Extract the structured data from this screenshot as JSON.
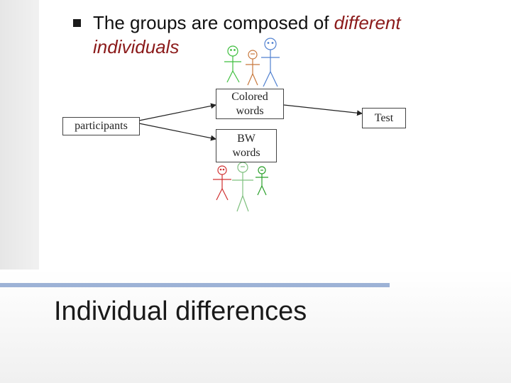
{
  "bullet": {
    "text_prefix": "The groups are composed of ",
    "text_emphasis_1": "different",
    "text_emphasis_2": "individuals"
  },
  "diagram": {
    "participants_label": "participants",
    "colored_label_line1": "Colored",
    "colored_label_line2": "words",
    "bw_label_line1": "BW",
    "bw_label_line2": "words",
    "test_label": "Test"
  },
  "title": "Individual differences",
  "colors": {
    "divider": "#9db2d6",
    "emphasis": "#8b1a1a",
    "figure_green": "#3fbf3f",
    "figure_orange": "#c8783c",
    "figure_blue": "#5080d0",
    "figure_red": "#d03030",
    "figure_lightgreen": "#7fc07f",
    "figure_darkgreen": "#2aa02a"
  }
}
